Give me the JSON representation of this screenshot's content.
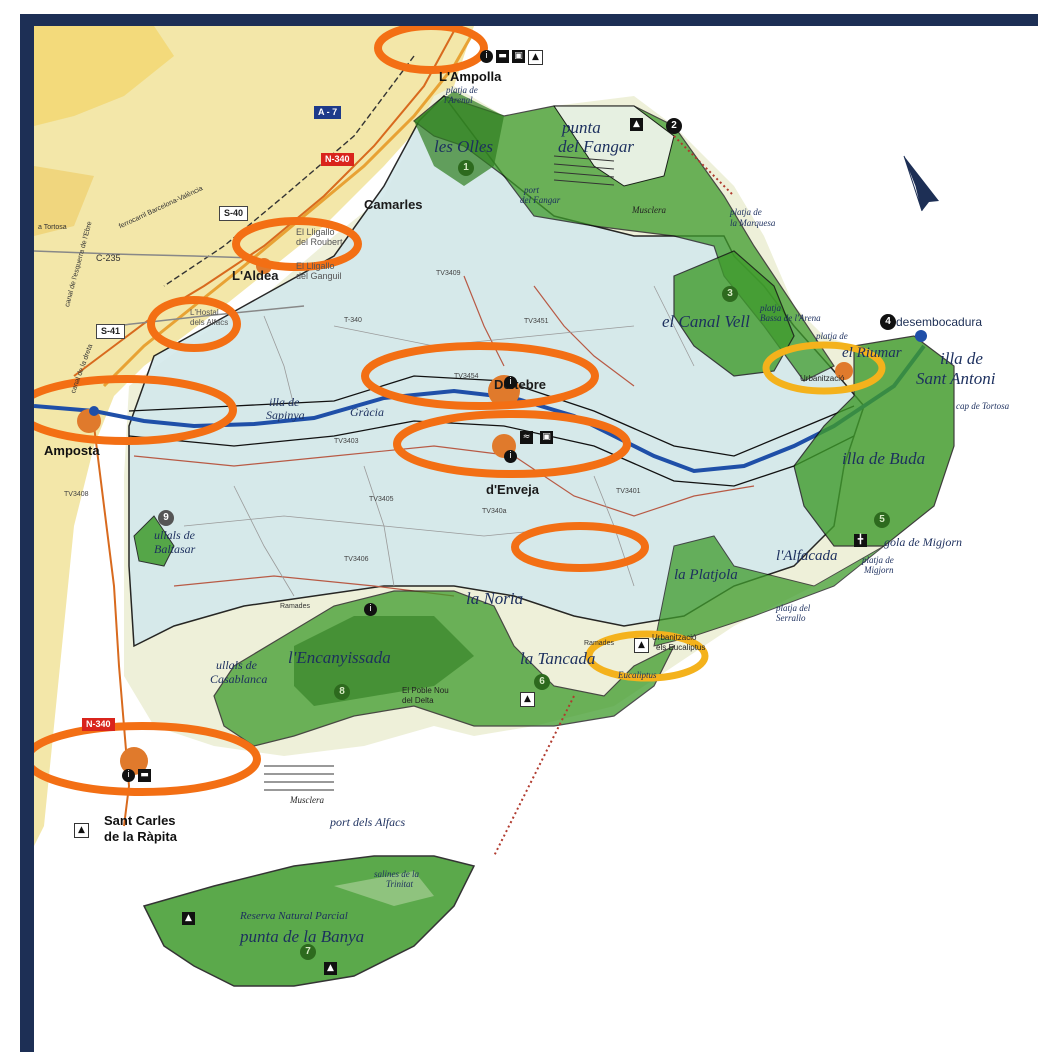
{
  "map": {
    "towns": {
      "ampolla": "L'Ampolla",
      "camarles": "Camarles",
      "aldea": "L'Aldea",
      "amposta": "Amposta",
      "deltebre": "Deltebre",
      "sant_carles_1": "Sant Carles",
      "sant_carles_2": "de la Ràpita",
      "enveja": "d'Enveja",
      "lligallo_roubert_1": "El Lligallo",
      "lligallo_roubert_2": "del Roubert",
      "lligallo_ganguil_1": "El Lligallo",
      "lligallo_ganguil_2": "del Ganguil",
      "hostal_1": "L'Hostal",
      "hostal_2": "dels Alfacs",
      "poble_nou_1": "El Poble Nou",
      "poble_nou_2": "del Delta",
      "urbanitzacio": "Urbanització",
      "eucaliptus_1": "Urbanització",
      "eucaliptus_2": "els Eucaliptus",
      "eucaliptus_3": "Eucaliptus",
      "gracia": "Gràcia",
      "tortosa_road": "a Tortosa"
    },
    "places": {
      "olles": "les Olles",
      "punta_fangar_1": "punta",
      "punta_fangar_2": "del Fangar",
      "port_fangar_1": "port",
      "port_fangar_2": "del Fangar",
      "musclera_1": "Musclera",
      "musclera_2": "Musclera",
      "platja_arenal_1": "platja de",
      "platja_arenal_2": "l'Arenal",
      "platja_marquesa_1": "platja de",
      "platja_marquesa_2": "la Marquesa",
      "canal_vell": "el Canal Vell",
      "platja_arena_1": "platja",
      "platja_arena_2": "Bassa de l'Arena",
      "platja_riumar": "platja de",
      "riumar": "el Riumar",
      "desembocadura": "desembocadura",
      "illa_sant_antoni_1": "illa de",
      "illa_sant_antoni_2": "Sant Antoni",
      "cap_tortosa": "cap de Tortosa",
      "illa_buda": "illa de Buda",
      "gola_migjorn": "gola de Migjorn",
      "platja_migjorn_1": "platja de",
      "platja_migjorn_2": "Migjorn",
      "alfacada": "l'Alfacada",
      "platjola": "la Platjola",
      "platja_serrallo_1": "platja del",
      "platja_serrallo_2": "Serrallo",
      "illa_sapinya_1": "illa de",
      "illa_sapinya_2": "Sapinya",
      "ullals_baltasar_1": "ullals de",
      "ullals_baltasar_2": "Baltasar",
      "noria": "la Noria",
      "encanyissada": "l'Encanyissada",
      "tancada": "la Tancada",
      "ullals_casablanca_1": "ullals de",
      "ullals_casablanca_2": "Casablanca",
      "port_alfacs": "port dels Alfacs",
      "salines_1": "salines de la",
      "salines_2": "Trinitat",
      "reserva_1": "Reserva Natural Parcial",
      "reserva_2": "punta de la Banya",
      "ramades": "Ramades",
      "tancada_ramades": "Ramades",
      "ferrocarril": "ferrocarril Barcelona-València",
      "canal_esquerra": "canal de l'esquerra de l'Ebre",
      "canal_dreta": "canal de la dreta"
    },
    "roads": {
      "a7": "A - 7",
      "n340_top": "N-340",
      "s40": "S-40",
      "s41": "S-41",
      "c235": "C-235",
      "n340_bottom": "N-340",
      "tv3454": "TV3454",
      "tv3403": "TV3403",
      "tv3405": "TV3405",
      "tv3406": "TV3406",
      "tv3409": "TV3409",
      "tv3401": "TV3401",
      "tv3451": "TV3451",
      "tv3408": "TV3408",
      "tv340a": "TV340a",
      "t340": "T-340"
    },
    "numbers": [
      "1",
      "2",
      "3",
      "4",
      "5",
      "6",
      "7",
      "8",
      "9"
    ],
    "colors": {
      "water": "#ffffff",
      "land": "#f5f0c8",
      "delta_fill": "#d8ecef",
      "reserve_green": "#4e8a2c",
      "reserve_overlay": "#3f9b2c",
      "highlight_orange": "#f36f14",
      "highlight_yellow": "#f4b21c",
      "frame": "#1d2f55",
      "river": "#1f4fa8"
    }
  }
}
